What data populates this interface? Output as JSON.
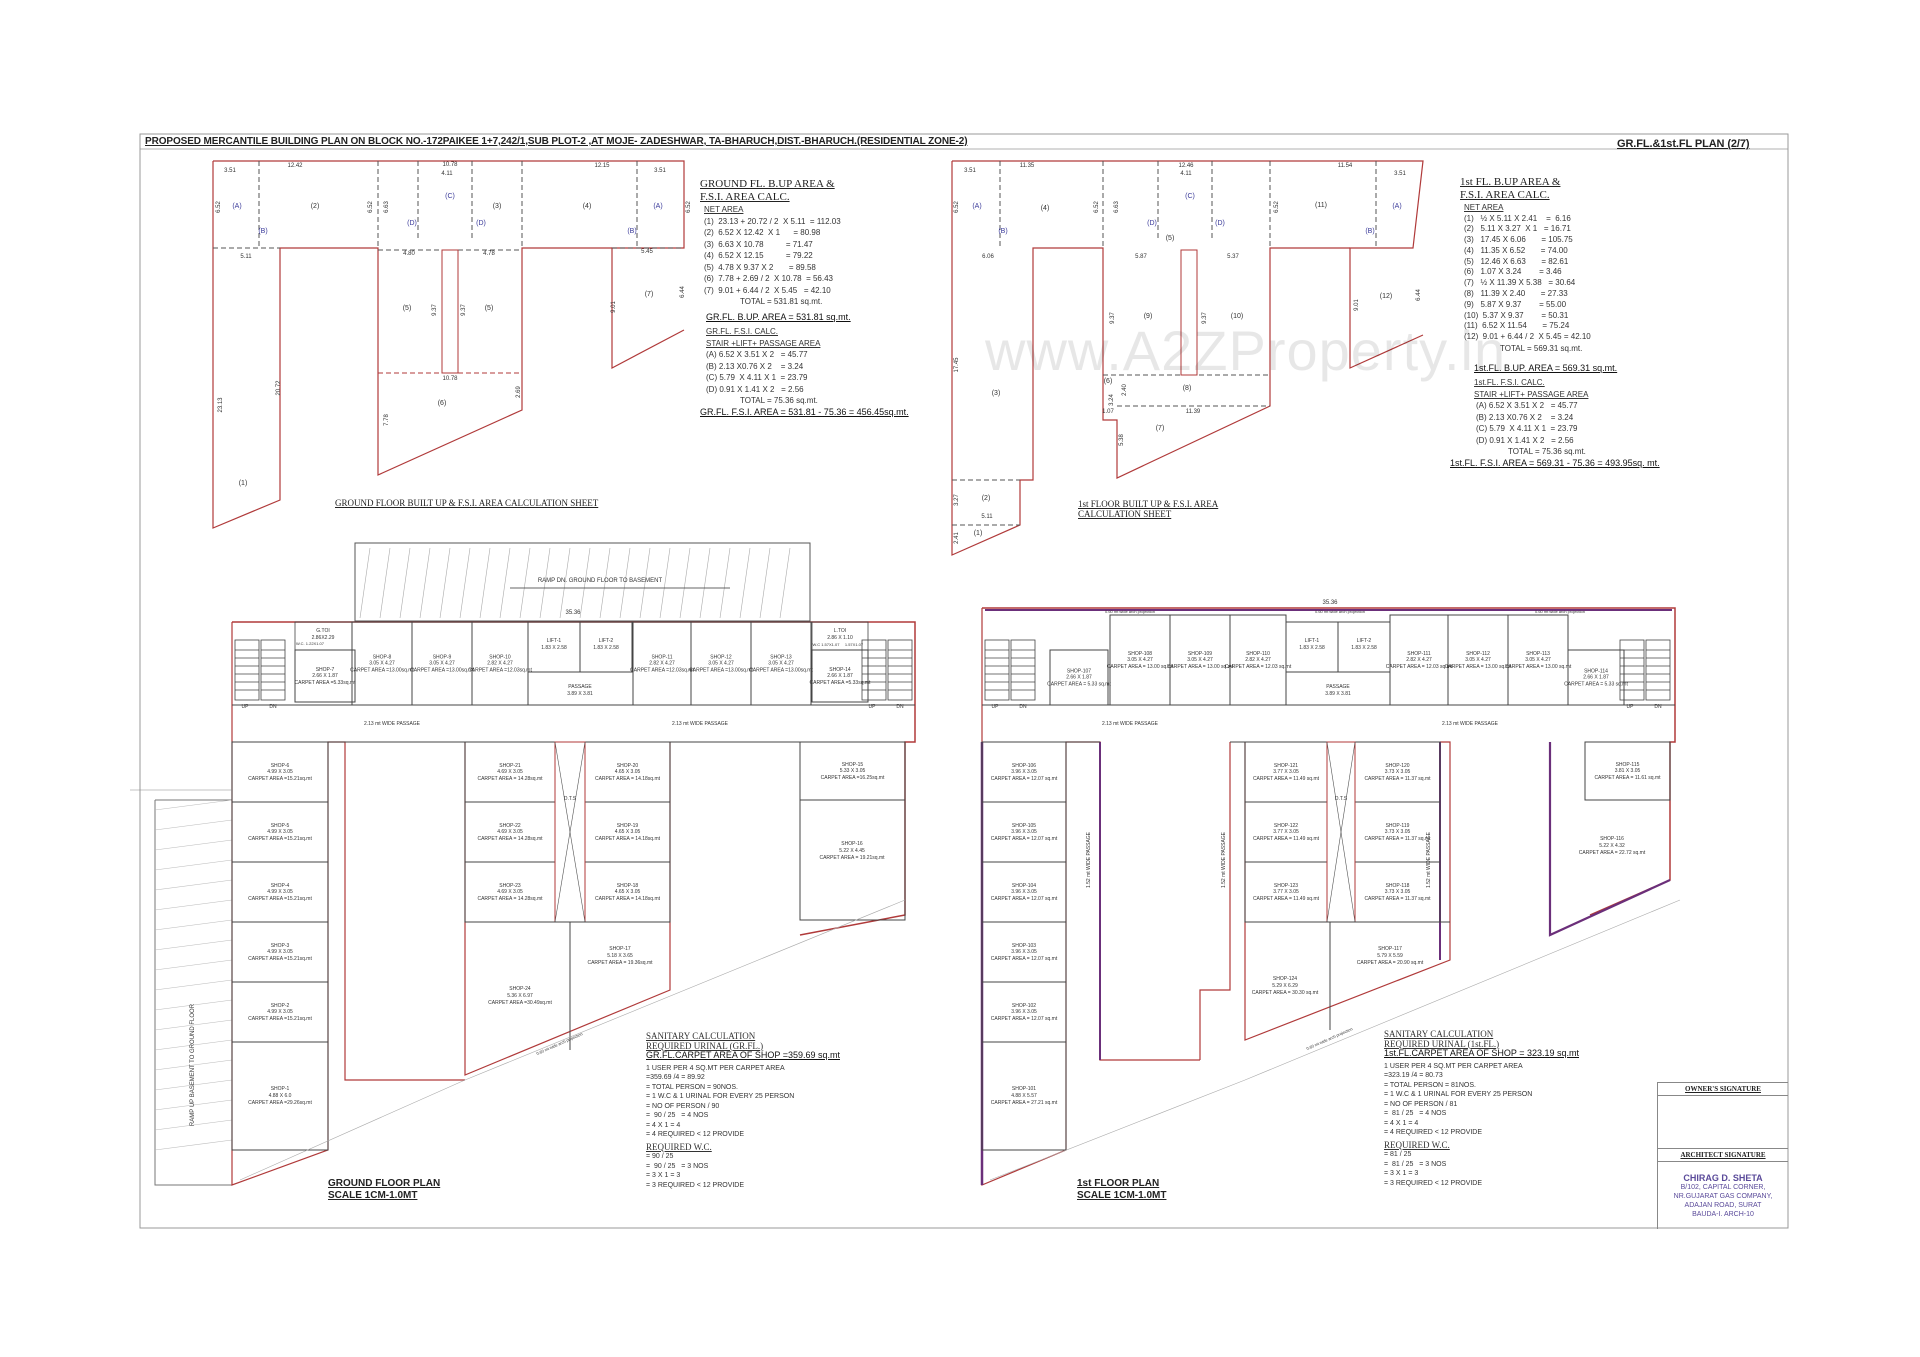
{
  "title": "PROPOSED MERCANTILE BUILDING  PLAN ON  BLOCK NO.-172PAIKEE 1+7,242/1,SUB PLOT-2 ,AT MOJE- ZADESHWAR, TA-BHARUCH,DIST.-BHARUCH.(RESIDENTIAL ZONE-2)",
  "sheet_label": "GR.FL.&1st.FL  PLAN (2/7)",
  "watermark": "www.A2ZProperty.in",
  "colors": {
    "wall_red": "#b03a3a",
    "wall_purple": "#6b2f7a",
    "dim_blue": "#3a3a9a",
    "frame": "#999999"
  },
  "ground_calc": {
    "heading": [
      "GROUND FL.  B.UP AREA &",
      "F.S.I. AREA CALC."
    ],
    "net_area_label": "NET AREA",
    "lines": [
      "(1)  23.13 + 20.72 / 2  X 5.11  = 112.03",
      "(2)  6.52 X 12.42  X 1      = 80.98",
      "(3)  6.63 X 10.78          = 71.47",
      "(4)  6.52 X 12.15          = 79.22",
      "(5)  4.78 X 9.37 X 2       = 89.58",
      "(6)  7.78 + 2.69 / 2  X 10.78  = 56.43",
      "(7)  9.01 + 6.44 / 2  X 5.45   = 42.10"
    ],
    "total": "TOTAL         = 531.81 sq.mt.",
    "bup": "GR.FL. B.UP. AREA  = 531.81 sq.mt.",
    "fsi_heading": "GR.FL. F.S.I. CALC.",
    "stair_heading": "STAIR +LIFT+ PASSAGE AREA",
    "stair_lines": [
      "(A) 6.52 X 3.51 X 2   = 45.77",
      "(B) 2.13 X0.76 X 2    = 3.24",
      "(C) 5.79  X 4.11 X 1  = 23.79",
      "(D) 0.91 X 1.41 X 2   = 2.56"
    ],
    "stair_total": "TOTAL      = 75.36 sq.mt.",
    "fsi_result": "GR.FL. F.S.I. AREA = 531.81 - 75.36 = 456.45sq.mt.",
    "diagram_caption": "GROUND FLOOR BUILT UP & F.S.I. AREA CALCULATION SHEET",
    "diagram_labels": [
      "(1)",
      "(2)",
      "(3)",
      "(4)",
      "(5)",
      "(5)",
      "(6)",
      "(7)",
      "(A)",
      "(A)",
      "(B)",
      "(B)",
      "(C)",
      "(D)",
      "(D)"
    ],
    "dims": [
      "3.51",
      "12.42",
      "10.78",
      "4.11",
      "12.15",
      "3.51",
      "6.52",
      "6.63",
      "6.52",
      "6.52",
      "5.11",
      "4.80",
      "4.78",
      "5.45",
      "23.13",
      "20.72",
      "9.37",
      "9.37",
      "10.78",
      "2.69",
      "7.78",
      "9.01",
      "6.44"
    ]
  },
  "first_calc": {
    "heading": [
      "1st FL.  B.UP AREA &",
      "F.S.I. AREA CALC."
    ],
    "net_area_label": "NET AREA",
    "lines": [
      "(1)   ½ X 5.11 X 2.41    =  6.16",
      "(2)   5.11 X 3.27  X 1   = 16.71",
      "(3)   17.45 X 6.06       = 105.75",
      "(4)   11.35 X 6.52       = 74.00",
      "(5)   12.46 X 6.63       = 82.61",
      "(6)   1.07 X 3.24        = 3.46",
      "(7)   ½ X 11.39 X 5.38   = 30.64",
      "(8)   11.39 X 2.40       = 27.33",
      "(9)   5.87 X 9.37        = 55.00",
      "(10)  5.37 X 9.37        = 50.31",
      "(11)  6.52 X 11.54       = 75.24",
      "(12)  9.01 + 6.44 / 2  X 5.45 = 42.10"
    ],
    "total": "TOTAL        = 569.31 sq.mt.",
    "bup": "1st.FL. B.UP. AREA  = 569.31 sq.mt.",
    "fsi_heading": "1st.FL. F.S.I. CALC.",
    "stair_heading": "STAIR +LIFT+ PASSAGE AREA",
    "stair_lines": [
      "(A) 6.52 X 3.51 X 2   = 45.77",
      "(B) 2.13 X0.76 X 2    = 3.24",
      "(C) 5.79  X 4.11 X 1  = 23.79",
      "(D) 0.91 X 1.41 X 2   = 2.56"
    ],
    "stair_total": "TOTAL      = 75.36 sq.mt.",
    "fsi_result": "1st.FL. F.S.I. AREA = 569.31 - 75.36 = 493.95sq. mt.",
    "diagram_caption": [
      "1st FLOOR BUILT UP & F.S.I. AREA",
      "CALCULATION SHEET"
    ],
    "diagram_labels": [
      "(1)",
      "(2)",
      "(3)",
      "(4)",
      "(5)",
      "(6)",
      "(7)",
      "(8)",
      "(9)",
      "(10)",
      "(11)",
      "(12)",
      "(A)",
      "(A)",
      "(B)",
      "(B)",
      "(C)",
      "(D)",
      "(D)"
    ],
    "dims": [
      "3.51",
      "11.35",
      "12.46",
      "4.11",
      "11.54",
      "3.51",
      "6.52",
      "6.63",
      "6.52",
      "6.52",
      "6.06",
      "5.87",
      "5.37",
      "17.45",
      "9.37",
      "9.37",
      "11.39",
      "2.40",
      "3.24",
      "1.07",
      "5.38",
      "9.01",
      "6.44",
      "3.27",
      "5.11",
      "2.41"
    ]
  },
  "ground_plan": {
    "title": "GROUND  FLOOR PLAN",
    "scale": "SCALE 1CM-1.0MT",
    "ramp_down": "RAMP DN. GROUND FLOOR TO BASEMENT",
    "ramp_up": "RAMP UP BASEMENT TO GROUND FLOOR",
    "overall_dim": "35.36",
    "passage": [
      "PASSAGE",
      "3.89 X 3.81"
    ],
    "wide_passage": "2.13 mt WIDE PASSAGE",
    "stair": {
      "up": "UP",
      "dn": "DN"
    },
    "toilets": [
      {
        "name": "G.TOI",
        "size": "2.86X2.29"
      },
      {
        "name": "W.C.",
        "size": "1.22X1.07"
      },
      {
        "name": "L.TOI",
        "size": "2.86 X 1.10"
      },
      {
        "name": "W.C",
        "size": "1.57X1.07"
      },
      {
        "name": "W.C",
        "size": "1.57X1.07"
      }
    ],
    "lifts": [
      {
        "name": "LIFT-1",
        "size": "1.83 X 2.58"
      },
      {
        "name": "LIFT-2",
        "size": "1.83 X 2.58"
      }
    ],
    "top_shops": [
      {
        "name": "SHOP-7",
        "size": "2.66 X 1.87",
        "carpet": "CARPET AREA =5.33sq.mt"
      },
      {
        "name": "SHOP-8",
        "size": "3.05 X 4.27",
        "carpet": "CARPET AREA =13.00sq.mt"
      },
      {
        "name": "SHOP-9",
        "size": "3.05 X 4.27",
        "carpet": "CARPET AREA =13.00sq.mt"
      },
      {
        "name": "SHOP-10",
        "size": "2.82 X 4.27",
        "carpet": "CARPET AREA =12.03sq.mt"
      },
      {
        "name": "SHOP-11",
        "size": "2.82 X 4.27",
        "carpet": "CARPET AREA =12.03sq.mt"
      },
      {
        "name": "SHOP-12",
        "size": "3.05 X 4.27",
        "carpet": "CARPET AREA =13.00sq.mt"
      },
      {
        "name": "SHOP-13",
        "size": "3.05 X 4.27",
        "carpet": "CARPET AREA =13.00sq.mt"
      },
      {
        "name": "SHOP-14",
        "size": "2.66 X 1.87",
        "carpet": "CARPET AREA =5.33sq.mt"
      }
    ],
    "left_shops": [
      {
        "name": "SHOP-6",
        "size": "4.99 X 3.05",
        "carpet": "CARPET AREA =15.21sq.mt"
      },
      {
        "name": "SHOP-5",
        "size": "4.99 X 3.05",
        "carpet": "CARPET AREA =15.21sq.mt"
      },
      {
        "name": "SHOP-4",
        "size": "4.99 X 3.05",
        "carpet": "CARPET AREA =15.21sq.mt"
      },
      {
        "name": "SHOP-3",
        "size": "4.99 X 3.05",
        "carpet": "CARPET AREA =15.21sq.mt"
      },
      {
        "name": "SHOP-2",
        "size": "4.99 X 3.05",
        "carpet": "CARPET AREA =15.21sq.mt"
      },
      {
        "name": "SHOP-1",
        "size": "4.88 X 6.0",
        "carpet": "CARPET AREA =29.26sq.mt"
      }
    ],
    "middle_left_shops": [
      {
        "name": "SHOP-21",
        "size": "4.69 X 3.05",
        "carpet": "CARPET AREA = 14.28sq.mt"
      },
      {
        "name": "SHOP-22",
        "size": "4.69 X 3.05",
        "carpet": "CARPET AREA = 14.28sq.mt"
      },
      {
        "name": "SHOP-23",
        "size": "4.69 X 3.05",
        "carpet": "CARPET AREA = 14.28sq.mt"
      }
    ],
    "middle_right_shops": [
      {
        "name": "SHOP-20",
        "size": "4.65 X 3.05",
        "carpet": "CARPET AREA = 14.18sq.mt"
      },
      {
        "name": "SHOP-19",
        "size": "4.65 X 3.05",
        "carpet": "CARPET AREA = 14.18sq.mt"
      },
      {
        "name": "SHOP-18",
        "size": "4.65 X 3.05",
        "carpet": "CARPET AREA = 14.18sq.mt"
      }
    ],
    "lower_shops": [
      {
        "name": "SHOP-24",
        "size": "5.36 X 6.97",
        "carpet": "CARPET AREA =30.49sq.mt"
      },
      {
        "name": "SHOP-17",
        "size": "5.18 X 3.65",
        "carpet": "CARPET AREA = 19.36sq.mt"
      }
    ],
    "right_shops": [
      {
        "name": "SHOP-15",
        "size": "5.33 X 3.05",
        "carpet": "CARPET AREA =16.25sq.mt"
      },
      {
        "name": "SHOP-16",
        "size": "5.22 X 4.45",
        "carpet": "CARPET AREA = 19.21sq.mt"
      }
    ],
    "duct": "D.T.S",
    "arch_note": "0.60 mt wide arch projection"
  },
  "first_plan": {
    "title": "1st  FLOOR PLAN",
    "scale": "SCALE 1CM-1.0MT",
    "overall_dim": "35.36",
    "passage": [
      "PASSAGE",
      "3.89 X 3.81"
    ],
    "wide_passage": "2.13 mt WIDE PASSAGE",
    "side_passage": "1.52 mt WIDE PASSAGE",
    "arch_note": "0.60 mt wide arch projection",
    "stair": {
      "up": "UP",
      "dn": "DN"
    },
    "lifts": [
      {
        "name": "LIFT-1",
        "size": "1.83 X 2.58"
      },
      {
        "name": "LIFT-2",
        "size": "1.83 X 2.58"
      }
    ],
    "top_shops": [
      {
        "name": "SHOP-107",
        "size": "2.66 X 1.87",
        "carpet": "CARPET AREA = 5.33 sq.mt"
      },
      {
        "name": "SHOP-108",
        "size": "3.05 X 4.27",
        "carpet": "CARPET AREA = 13.00 sq.mt"
      },
      {
        "name": "SHOP-109",
        "size": "3.05 X 4.27",
        "carpet": "CARPET AREA = 13.00 sq.mt"
      },
      {
        "name": "SHOP-110",
        "size": "2.82 X 4.27",
        "carpet": "CARPET AREA = 12.03 sq.mt"
      },
      {
        "name": "SHOP-111",
        "size": "2.82 X 4.27",
        "carpet": "CARPET AREA = 12.03 sq.mt"
      },
      {
        "name": "SHOP-112",
        "size": "3.05 X 4.27",
        "carpet": "CARPET AREA = 13.00 sq.mt"
      },
      {
        "name": "SHOP-113",
        "size": "3.05 X 4.27",
        "carpet": "CARPET AREA = 13.00 sq.mt"
      },
      {
        "name": "SHOP-114",
        "size": "2.66 X 1.87",
        "carpet": "CARPET AREA = 5.33 sq.mt"
      }
    ],
    "left_shops": [
      {
        "name": "SHOP-106",
        "size": "3.96 X 3.05",
        "carpet": "CARPET AREA = 12.07 sq.mt"
      },
      {
        "name": "SHOP-105",
        "size": "3.96 X 3.05",
        "carpet": "CARPET AREA = 12.07 sq.mt"
      },
      {
        "name": "SHOP-104",
        "size": "3.96 X 3.05",
        "carpet": "CARPET AREA = 12.07 sq.mt"
      },
      {
        "name": "SHOP-103",
        "size": "3.96 X 3.05",
        "carpet": "CARPET AREA = 12.07 sq.mt"
      },
      {
        "name": "SHOP-102",
        "size": "3.96 X 3.05",
        "carpet": "CARPET AREA = 12.07 sq.mt"
      },
      {
        "name": "SHOP-101",
        "size": "4.88 X 5.57",
        "carpet": "CARPET AREA = 27.21 sq.mt"
      }
    ],
    "middle_left_shops": [
      {
        "name": "SHOP-121",
        "size": "3.77 X 3.05",
        "carpet": "CARPET AREA = 11.49 sq.mt"
      },
      {
        "name": "SHOP-122",
        "size": "3.77 X 3.05",
        "carpet": "CARPET AREA = 11.49 sq.mt"
      },
      {
        "name": "SHOP-123",
        "size": "3.77 X 3.05",
        "carpet": "CARPET AREA = 11.49 sq.mt"
      }
    ],
    "middle_right_shops": [
      {
        "name": "SHOP-120",
        "size": "3.73 X 3.05",
        "carpet": "CARPET AREA = 11.37 sq.mt"
      },
      {
        "name": "SHOP-119",
        "size": "3.73 X 3.05",
        "carpet": "CARPET AREA = 11.37 sq.mt"
      },
      {
        "name": "SHOP-118",
        "size": "3.73 X 3.05",
        "carpet": "CARPET AREA = 11.37 sq.mt"
      }
    ],
    "lower_shops": [
      {
        "name": "SHOP-124",
        "size": "5.29 X 6.29",
        "carpet": "CARPET AREA = 30.30 sq.mt"
      },
      {
        "name": "SHOP-117",
        "size": "5.79 X 5.59",
        "carpet": "CARPET AREA = 20.90 sq.mt"
      }
    ],
    "right_shops": [
      {
        "name": "SHOP-115",
        "size": "3.81 X 3.05",
        "carpet": "CARPET AREA = 11.61 sq.mt"
      },
      {
        "name": "SHOP-116",
        "size": "5.22 X 4.32",
        "carpet": "CARPET AREA = 22.72 sq.mt"
      }
    ],
    "duct": "D.T.S"
  },
  "sanitary_gf": {
    "heading": "SANITARY CALCULATION",
    "urinal_heading": "REQUIRED URINAL (GR.FL.)",
    "carpet": "GR.FL.CARPET AREA OF SHOP  =359.69 sq.mt",
    "lines": [
      "1 USER PER 4 SQ.MT PER CARPET AREA",
      "=359.69 /4 = 89.92",
      "= TOTAL PERSON = 90NOS.",
      "= 1 W.C & 1 URINAL FOR EVERY 25 PERSON",
      "= NO OF PERSON / 90",
      "=  90 / 25   = 4 NOS",
      "= 4 X 1 = 4",
      "= 4 REQUIRED < 12 PROVIDE"
    ],
    "wc_heading": "REQUIRED W.C.",
    "wc_lines": [
      "= 90 / 25",
      "=  90 / 25   = 3 NOS",
      "= 3 X 1 = 3",
      "= 3 REQUIRED < 12 PROVIDE"
    ]
  },
  "sanitary_ff": {
    "heading": "SANITARY CALCULATION",
    "urinal_heading": "REQUIRED URINAL (1st.FL.)",
    "carpet": "1st.FL.CARPET AREA OF SHOP  = 323.19 sq.mt",
    "lines": [
      "1 USER PER 4 SQ.MT PER CARPET AREA",
      "=323.19 /4 = 80.73",
      "= TOTAL PERSON = 81NOS.",
      "= 1 W.C & 1 URINAL FOR EVERY 25 PERSON",
      "= NO OF PERSON / 81",
      "=  81 / 25   = 4 NOS",
      "= 4 X 1 = 4",
      "= 4 REQUIRED < 12 PROVIDE"
    ],
    "wc_heading": "REQUIRED W.C.",
    "wc_lines": [
      "= 81 / 25",
      "=  81 / 25   = 3 NOS",
      "= 3 X 1 = 3",
      "= 3 REQUIRED < 12 PROVIDE"
    ]
  },
  "signature": {
    "owner_label": "OWNER'S SIGNATURE",
    "architect_label": "ARCHITECT SIGNATURE",
    "architect_name": "CHIRAG  D. SHETA",
    "address": [
      "B/102, CAPITAL CORNER,",
      "NR.GUJARAT GAS COMPANY,",
      "ADAJAN ROAD, SURAT",
      "BAUDA-I. ARCH-10"
    ]
  }
}
